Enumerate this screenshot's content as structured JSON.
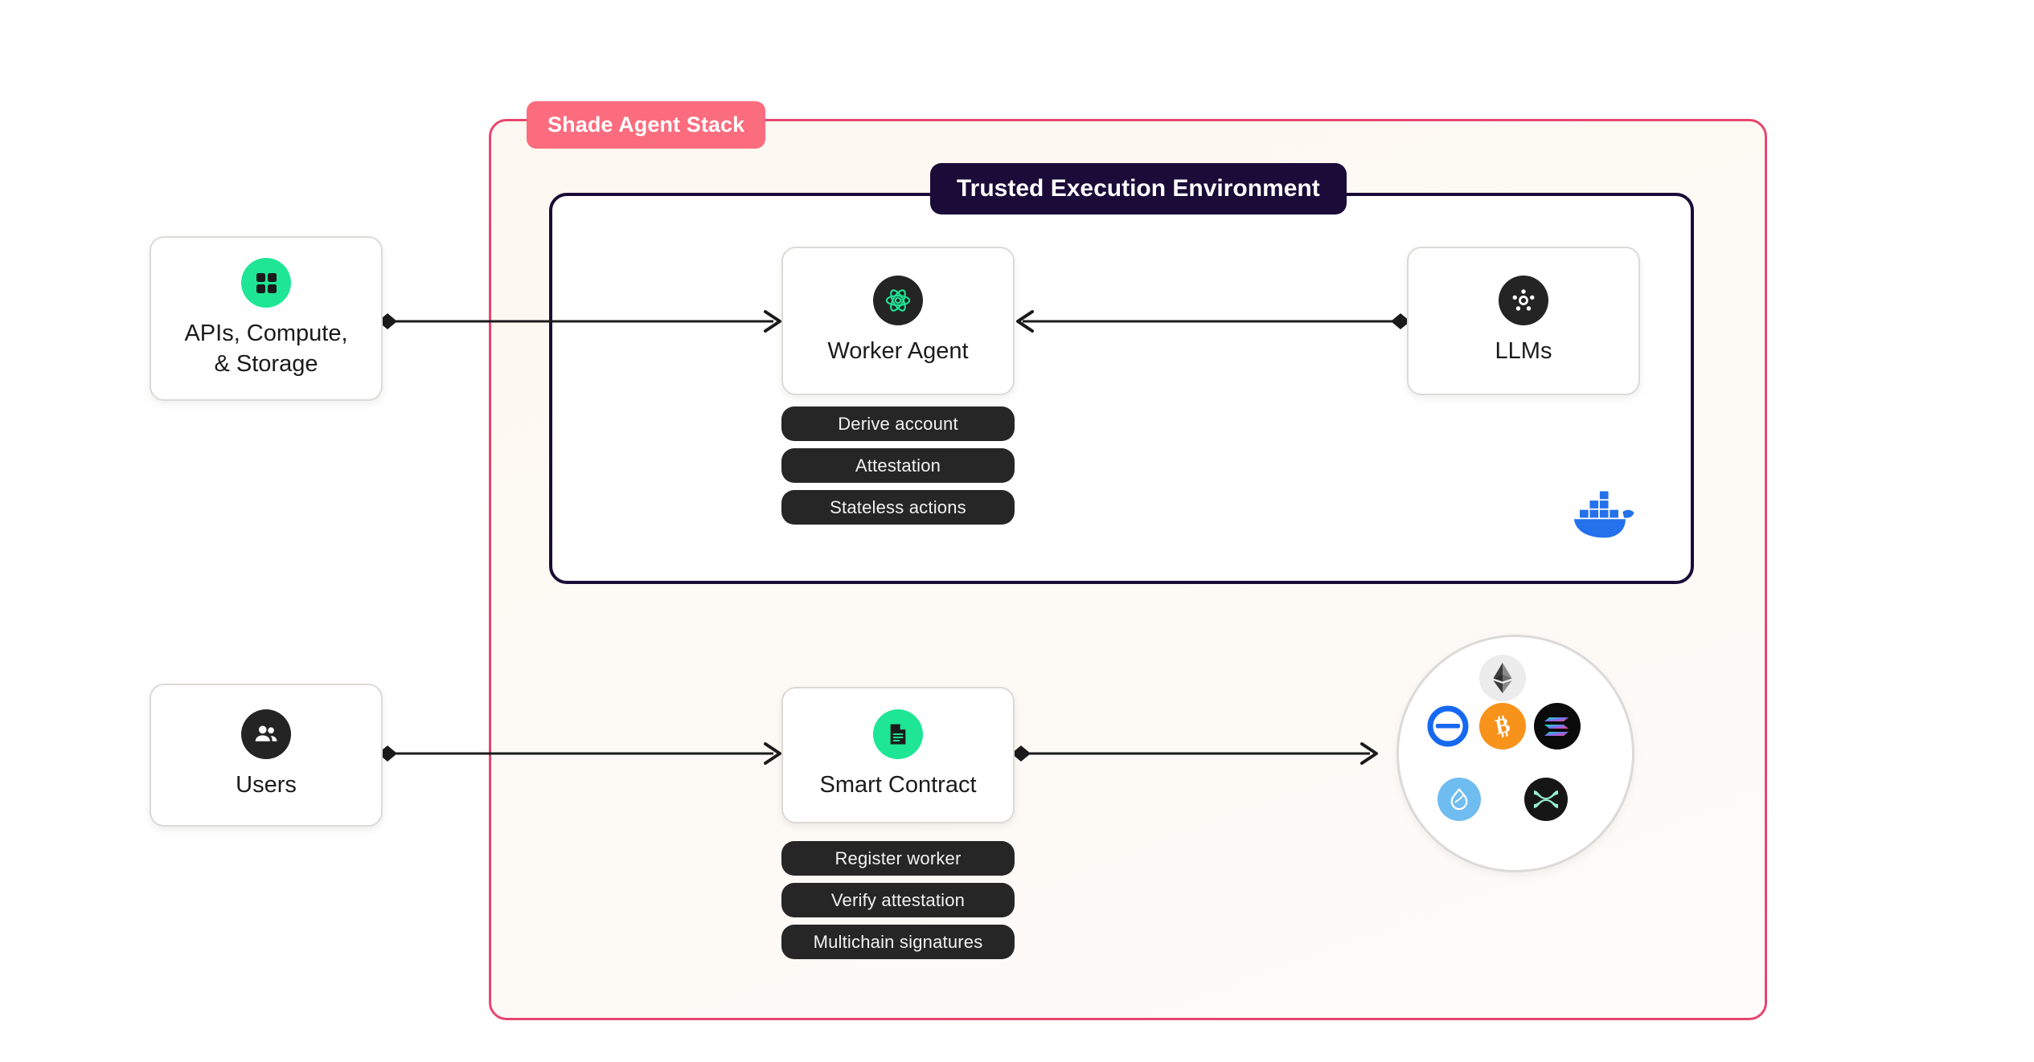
{
  "diagram": {
    "title": "Shade Agent Stack",
    "colors": {
      "pink_border": "#E8456F",
      "pink_badge": "#FB6C7E",
      "tee_navy": "#1B0B38",
      "accent_green": "#1EE695",
      "pill_dark": "#262626",
      "panel_bg": "#FDF8F1",
      "docker_blue": "#2496ED",
      "bitcoin_orange": "#F7931A",
      "sui_blue": "#6FBCF0",
      "near_blue": "#1668F0",
      "xrp_green": "#96EFD0"
    }
  },
  "stack": {
    "badge_label": "Shade Agent Stack"
  },
  "tee": {
    "badge_label": "Trusted Execution Environment"
  },
  "nodes": {
    "apis": {
      "label_line1": "APIs, Compute,",
      "label_line2": "& Storage",
      "icon": "grid-icon"
    },
    "users": {
      "label": "Users",
      "icon": "people-icon"
    },
    "worker": {
      "label": "Worker Agent",
      "icon": "atom-icon"
    },
    "llms": {
      "label": "LLMs",
      "icon": "model-nodes-icon"
    },
    "contract": {
      "label": "Smart Contract",
      "icon": "document-icon"
    }
  },
  "pills": {
    "worker": [
      "Derive account",
      "Attestation",
      "Stateless actions"
    ],
    "contract": [
      "Register worker",
      "Verify attestation",
      "Multichain signatures"
    ]
  },
  "runtime": {
    "logo": "docker-whale-icon"
  },
  "chains": [
    {
      "name": "ethereum",
      "icon": "ethereum-icon"
    },
    {
      "name": "near",
      "icon": "near-icon"
    },
    {
      "name": "solana",
      "icon": "solana-icon"
    },
    {
      "name": "bitcoin",
      "icon": "bitcoin-icon"
    },
    {
      "name": "sui",
      "icon": "sui-icon"
    },
    {
      "name": "xrp",
      "icon": "xrp-icon"
    }
  ],
  "connectors": [
    {
      "id": "apis-worker",
      "from": "APIs, Compute, & Storage",
      "to": "Worker Agent",
      "direction": "right"
    },
    {
      "id": "worker-llms",
      "from": "LLMs",
      "to": "Worker Agent",
      "direction": "left"
    },
    {
      "id": "users-contract",
      "from": "Users",
      "to": "Smart Contract",
      "direction": "right"
    },
    {
      "id": "contract-chains",
      "from": "Smart Contract",
      "to": "Chains",
      "direction": "right"
    }
  ]
}
